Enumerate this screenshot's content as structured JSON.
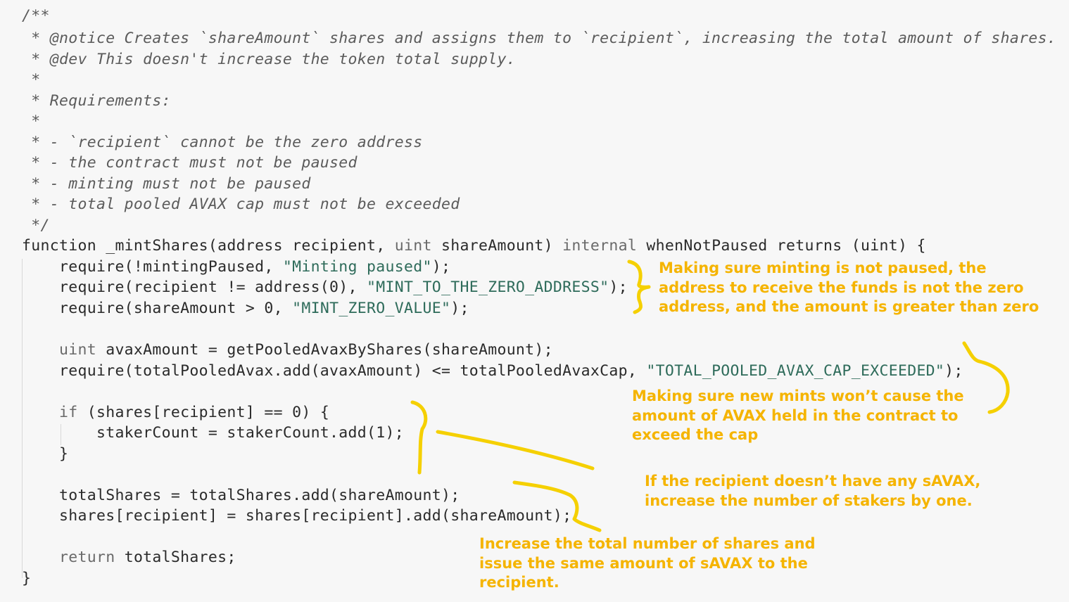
{
  "code": {
    "doc": [
      "/**",
      " * @notice Creates `shareAmount` shares and assigns them to `recipient`, increasing the total amount of shares.",
      " * @dev This doesn't increase the token total supply.",
      " *",
      " * Requirements:",
      " *",
      " * - `recipient` cannot be the zero address",
      " * - the contract must not be paused",
      " * - minting must not be paused",
      " * - total pooled AVAX cap must not be exceeded",
      " */"
    ],
    "signature": {
      "kw_function": "function",
      "name": " _mintShares(address recipient, ",
      "kw_uint": "uint",
      "param2": " shareAmount) ",
      "kw_internal": "internal",
      "rest": " whenNotPaused returns (uint) {"
    },
    "require1": {
      "pre": "    require(!mintingPaused, ",
      "str": "\"Minting paused\"",
      "post": ");"
    },
    "require2": {
      "pre": "    require(recipient != address(0), ",
      "str": "\"MINT_TO_THE_ZERO_ADDRESS\"",
      "post": ");"
    },
    "require3": {
      "pre": "    require(shareAmount > 0, ",
      "str": "\"MINT_ZERO_VALUE\"",
      "post": ");"
    },
    "avax_line": {
      "kw": "    uint",
      "rest": " avaxAmount = getPooledAvaxByShares(shareAmount);"
    },
    "cap_line": {
      "pre": "    require(totalPooledAvax.add(avaxAmount) <= totalPooledAvaxCap, ",
      "str": "\"TOTAL_POOLED_AVAX_CAP_EXCEEDED\"",
      "post": ");"
    },
    "if_line": {
      "kw": "    if",
      "rest": " (shares[recipient] == 0) {"
    },
    "staker_line": "        stakerCount = stakerCount.add(1);",
    "if_close": "    }",
    "total_line": "    totalShares = totalShares.add(shareAmount);",
    "shares_line": "    shares[recipient] = shares[recipient].add(shareAmount);",
    "return_line": {
      "kw": "    return",
      "rest": " totalShares;"
    },
    "fn_close": "}"
  },
  "annotations": {
    "color": "#f5b400",
    "note1": "Making sure minting is not paused, the\naddress to receive the funds is not the zero\naddress, and the amount is greater than zero",
    "note2": "Making sure new mints won’t cause the\namount of AVAX held in the contract to\nexceed the cap",
    "note3": "If the recipient doesn’t have any sAVAX,\nincrease the number of stakers by one.",
    "note4": "Increase the total number of shares and\nissue the same amount of sAVAX to the\nrecipient."
  }
}
